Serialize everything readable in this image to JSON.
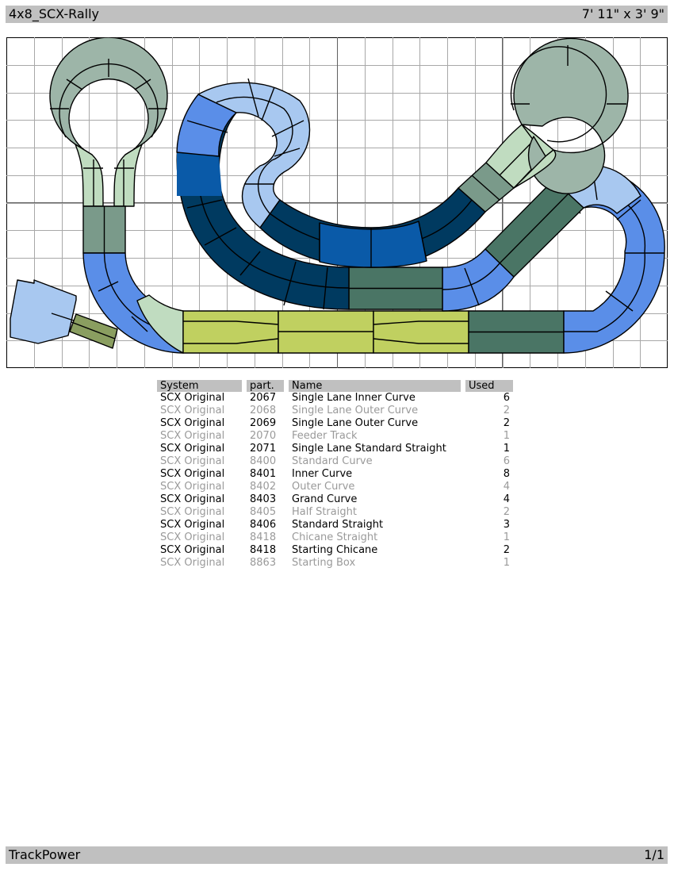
{
  "header": {
    "title": "4x8_SCX-Rally",
    "size": "7' 11\" x 3' 9\""
  },
  "footer": {
    "app": "TrackPower",
    "page": "1/1"
  },
  "table": {
    "columns": [
      "System",
      "part.",
      "Name",
      "Used"
    ],
    "rows": [
      {
        "system": "SCX Original",
        "part": "2067",
        "name": "Single Lane Inner Curve",
        "used": "6"
      },
      {
        "system": "SCX Original",
        "part": "2068",
        "name": "Single Lane Outer Curve",
        "used": "2"
      },
      {
        "system": "SCX Original",
        "part": "2069",
        "name": "Single Lane Outer Curve",
        "used": "2"
      },
      {
        "system": "SCX Original",
        "part": "2070",
        "name": "Feeder Track",
        "used": "1"
      },
      {
        "system": "SCX Original",
        "part": "2071",
        "name": "Single Lane Standard Straight",
        "used": "1"
      },
      {
        "system": "SCX Original",
        "part": "8400",
        "name": "Standard Curve",
        "used": "6"
      },
      {
        "system": "SCX Original",
        "part": "8401",
        "name": "Inner Curve",
        "used": "8"
      },
      {
        "system": "SCX Original",
        "part": "8402",
        "name": "Outer Curve",
        "used": "4"
      },
      {
        "system": "SCX Original",
        "part": "8403",
        "name": "Grand Curve",
        "used": "4"
      },
      {
        "system": "SCX Original",
        "part": "8405",
        "name": "Half Straight",
        "used": "2"
      },
      {
        "system": "SCX Original",
        "part": "8406",
        "name": "Standard Straight",
        "used": "3"
      },
      {
        "system": "SCX Original",
        "part": "8418",
        "name": "Chicane Straight",
        "used": "1"
      },
      {
        "system": "SCX Original",
        "part": "8418",
        "name": "Starting Chicane",
        "used": "2"
      },
      {
        "system": "SCX Original",
        "part": "8863",
        "name": "Starting Box",
        "used": "1"
      }
    ]
  },
  "colors": {
    "pale_green": "#c0dcc0",
    "grey_green": "#7a9a8a",
    "sage": "#9db5a8",
    "light_blue": "#a8c8f0",
    "mid_blue": "#5a8ee8",
    "royal_blue": "#0a5aa8",
    "navy": "#003a60",
    "dark_green": "#4a7565",
    "lime": "#c0d060",
    "olive": "#8a9e60",
    "box_blue": "#a8c8f0"
  }
}
